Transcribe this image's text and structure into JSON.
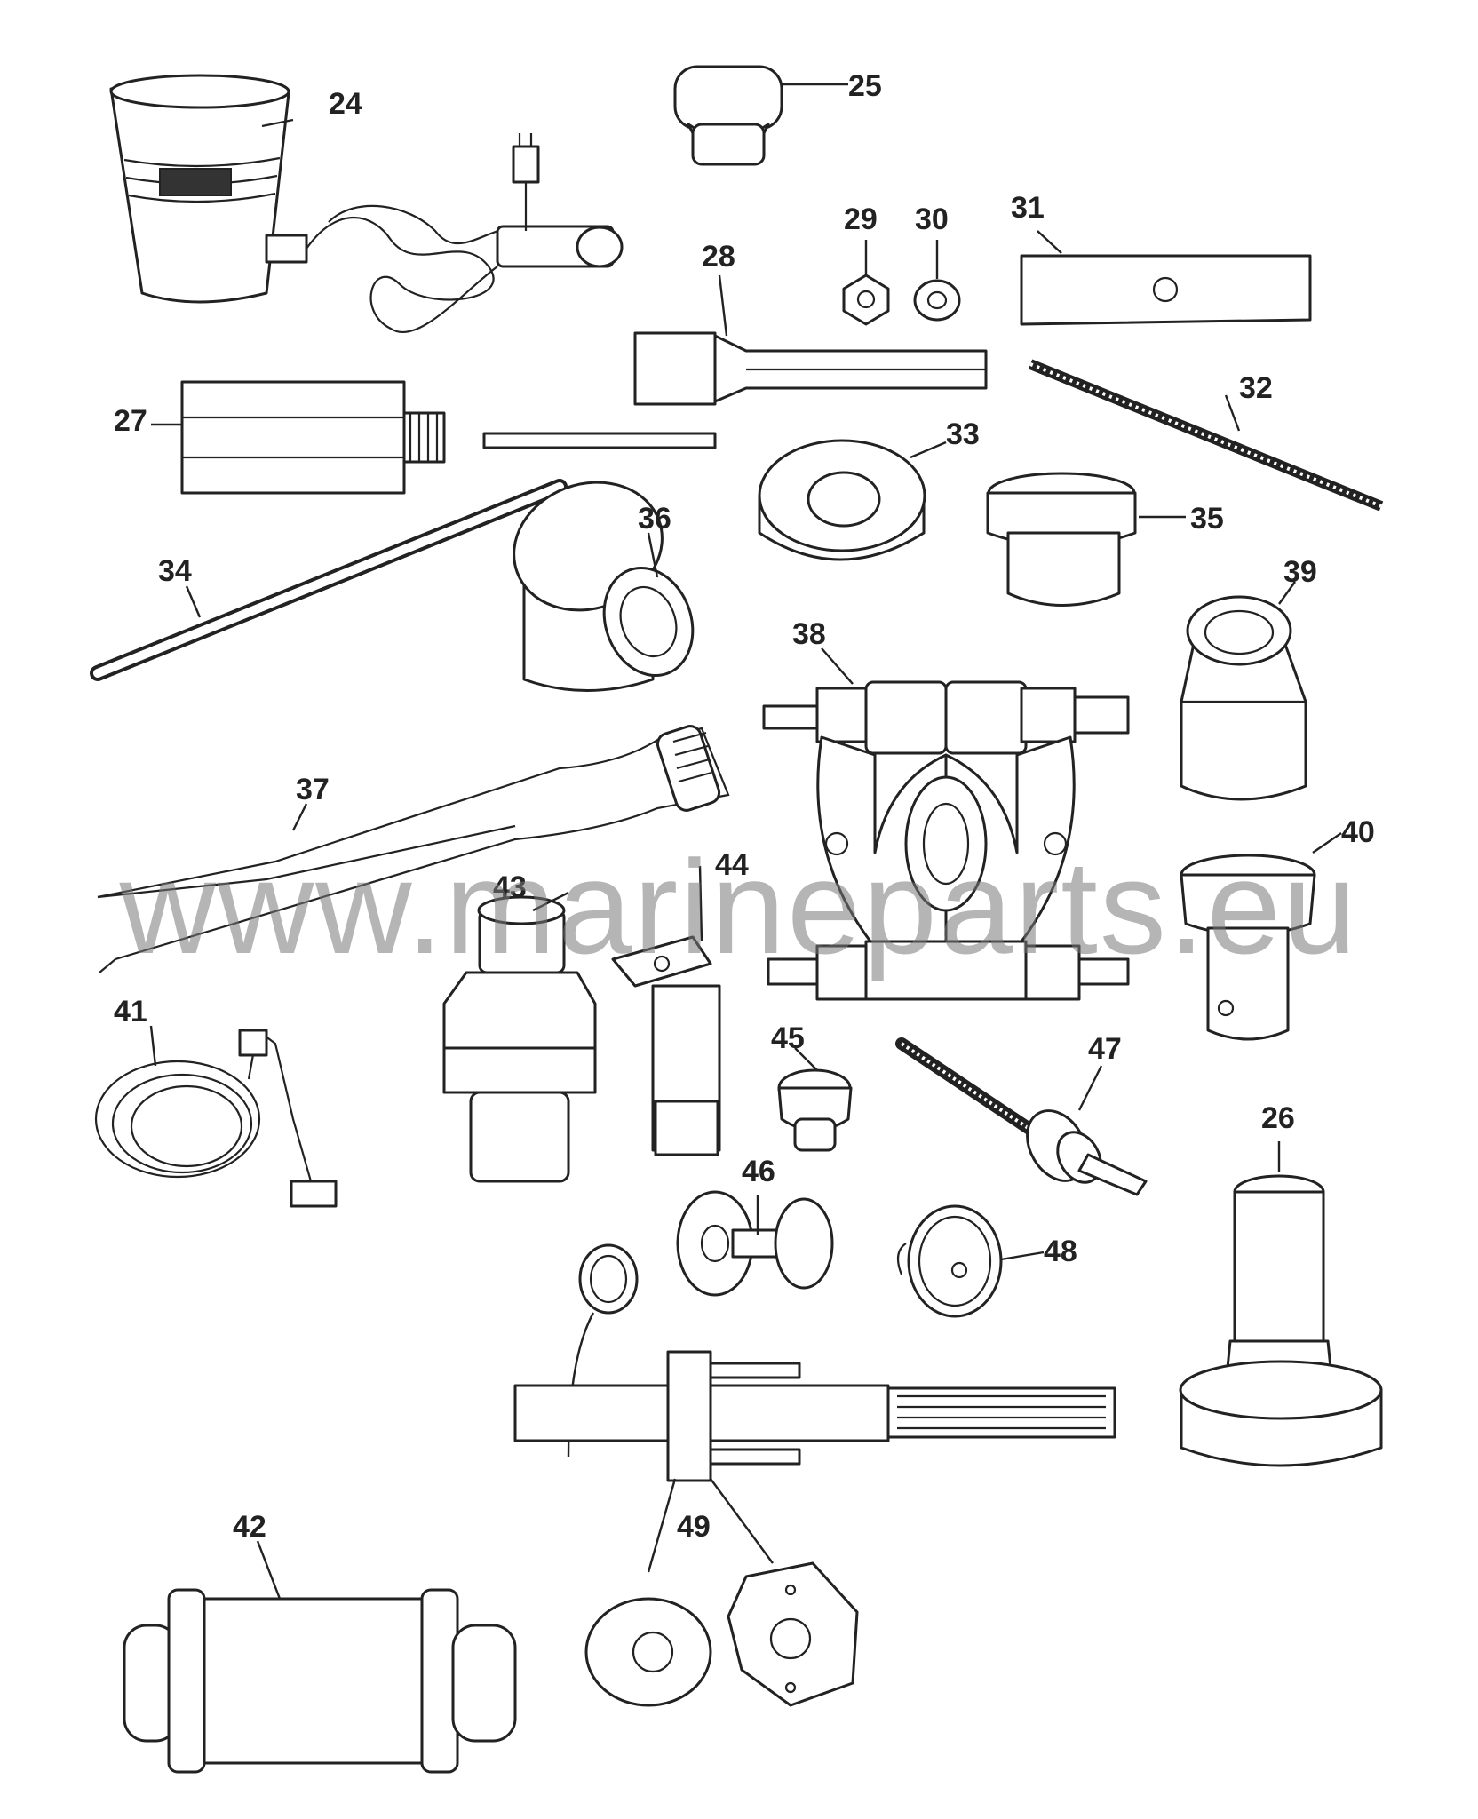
{
  "watermark": "www.marineparts.eu",
  "callouts": {
    "c24": "24",
    "c25": "25",
    "c26": "26",
    "c27": "27",
    "c28": "28",
    "c29": "29",
    "c30": "30",
    "c31": "31",
    "c32": "32",
    "c33": "33",
    "c34": "34",
    "c35": "35",
    "c36": "36",
    "c37": "37",
    "c38": "38",
    "c39": "39",
    "c40": "40",
    "c41": "41",
    "c42": "42",
    "c43": "43",
    "c44": "44",
    "c45": "45",
    "c46": "46",
    "c47": "47",
    "c48": "48",
    "c49": "49"
  }
}
